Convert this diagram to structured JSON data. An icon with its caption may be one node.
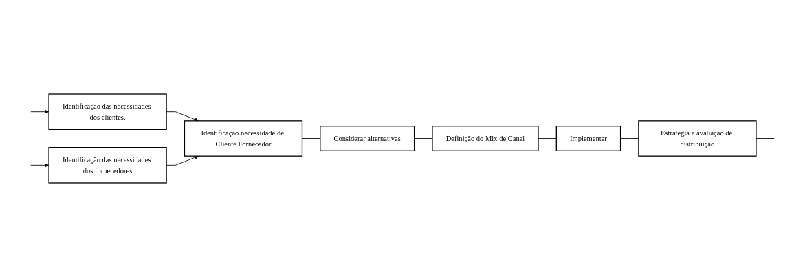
{
  "diagram": {
    "nodes": [
      {
        "text": [
          "Identificação das necessidades dos clientes."
        ]
      },
      {
        "text": [
          "Identificação das necessidades dos fornecedores"
        ]
      },
      {
        "text": [
          "Identificação necessidade de Cliente Fornecedor"
        ]
      },
      {
        "text": [
          "Considerar alternativas"
        ]
      },
      {
        "text": [
          "Definição do Mix de Canal"
        ]
      },
      {
        "text": [
          "Implementar"
        ]
      },
      {
        "text": [
          "Estratégia e avaliação de distribuição"
        ]
      }
    ],
    "edges": [
      {
        "from": null,
        "to": 0,
        "arrow": "to"
      },
      {
        "from": null,
        "to": 1,
        "arrow": "to"
      },
      {
        "from": 0,
        "to": 2,
        "arrow": "to"
      },
      {
        "from": 1,
        "to": 2,
        "arrow": "to"
      },
      {
        "from": 2,
        "to": 3,
        "arrow": "none"
      },
      {
        "from": 3,
        "to": 4,
        "arrow": "none"
      },
      {
        "from": 4,
        "to": 5,
        "arrow": "none"
      },
      {
        "from": 5,
        "to": 6,
        "arrow": "none"
      },
      {
        "from": 6,
        "to": null,
        "arrow": "none"
      }
    ]
  }
}
